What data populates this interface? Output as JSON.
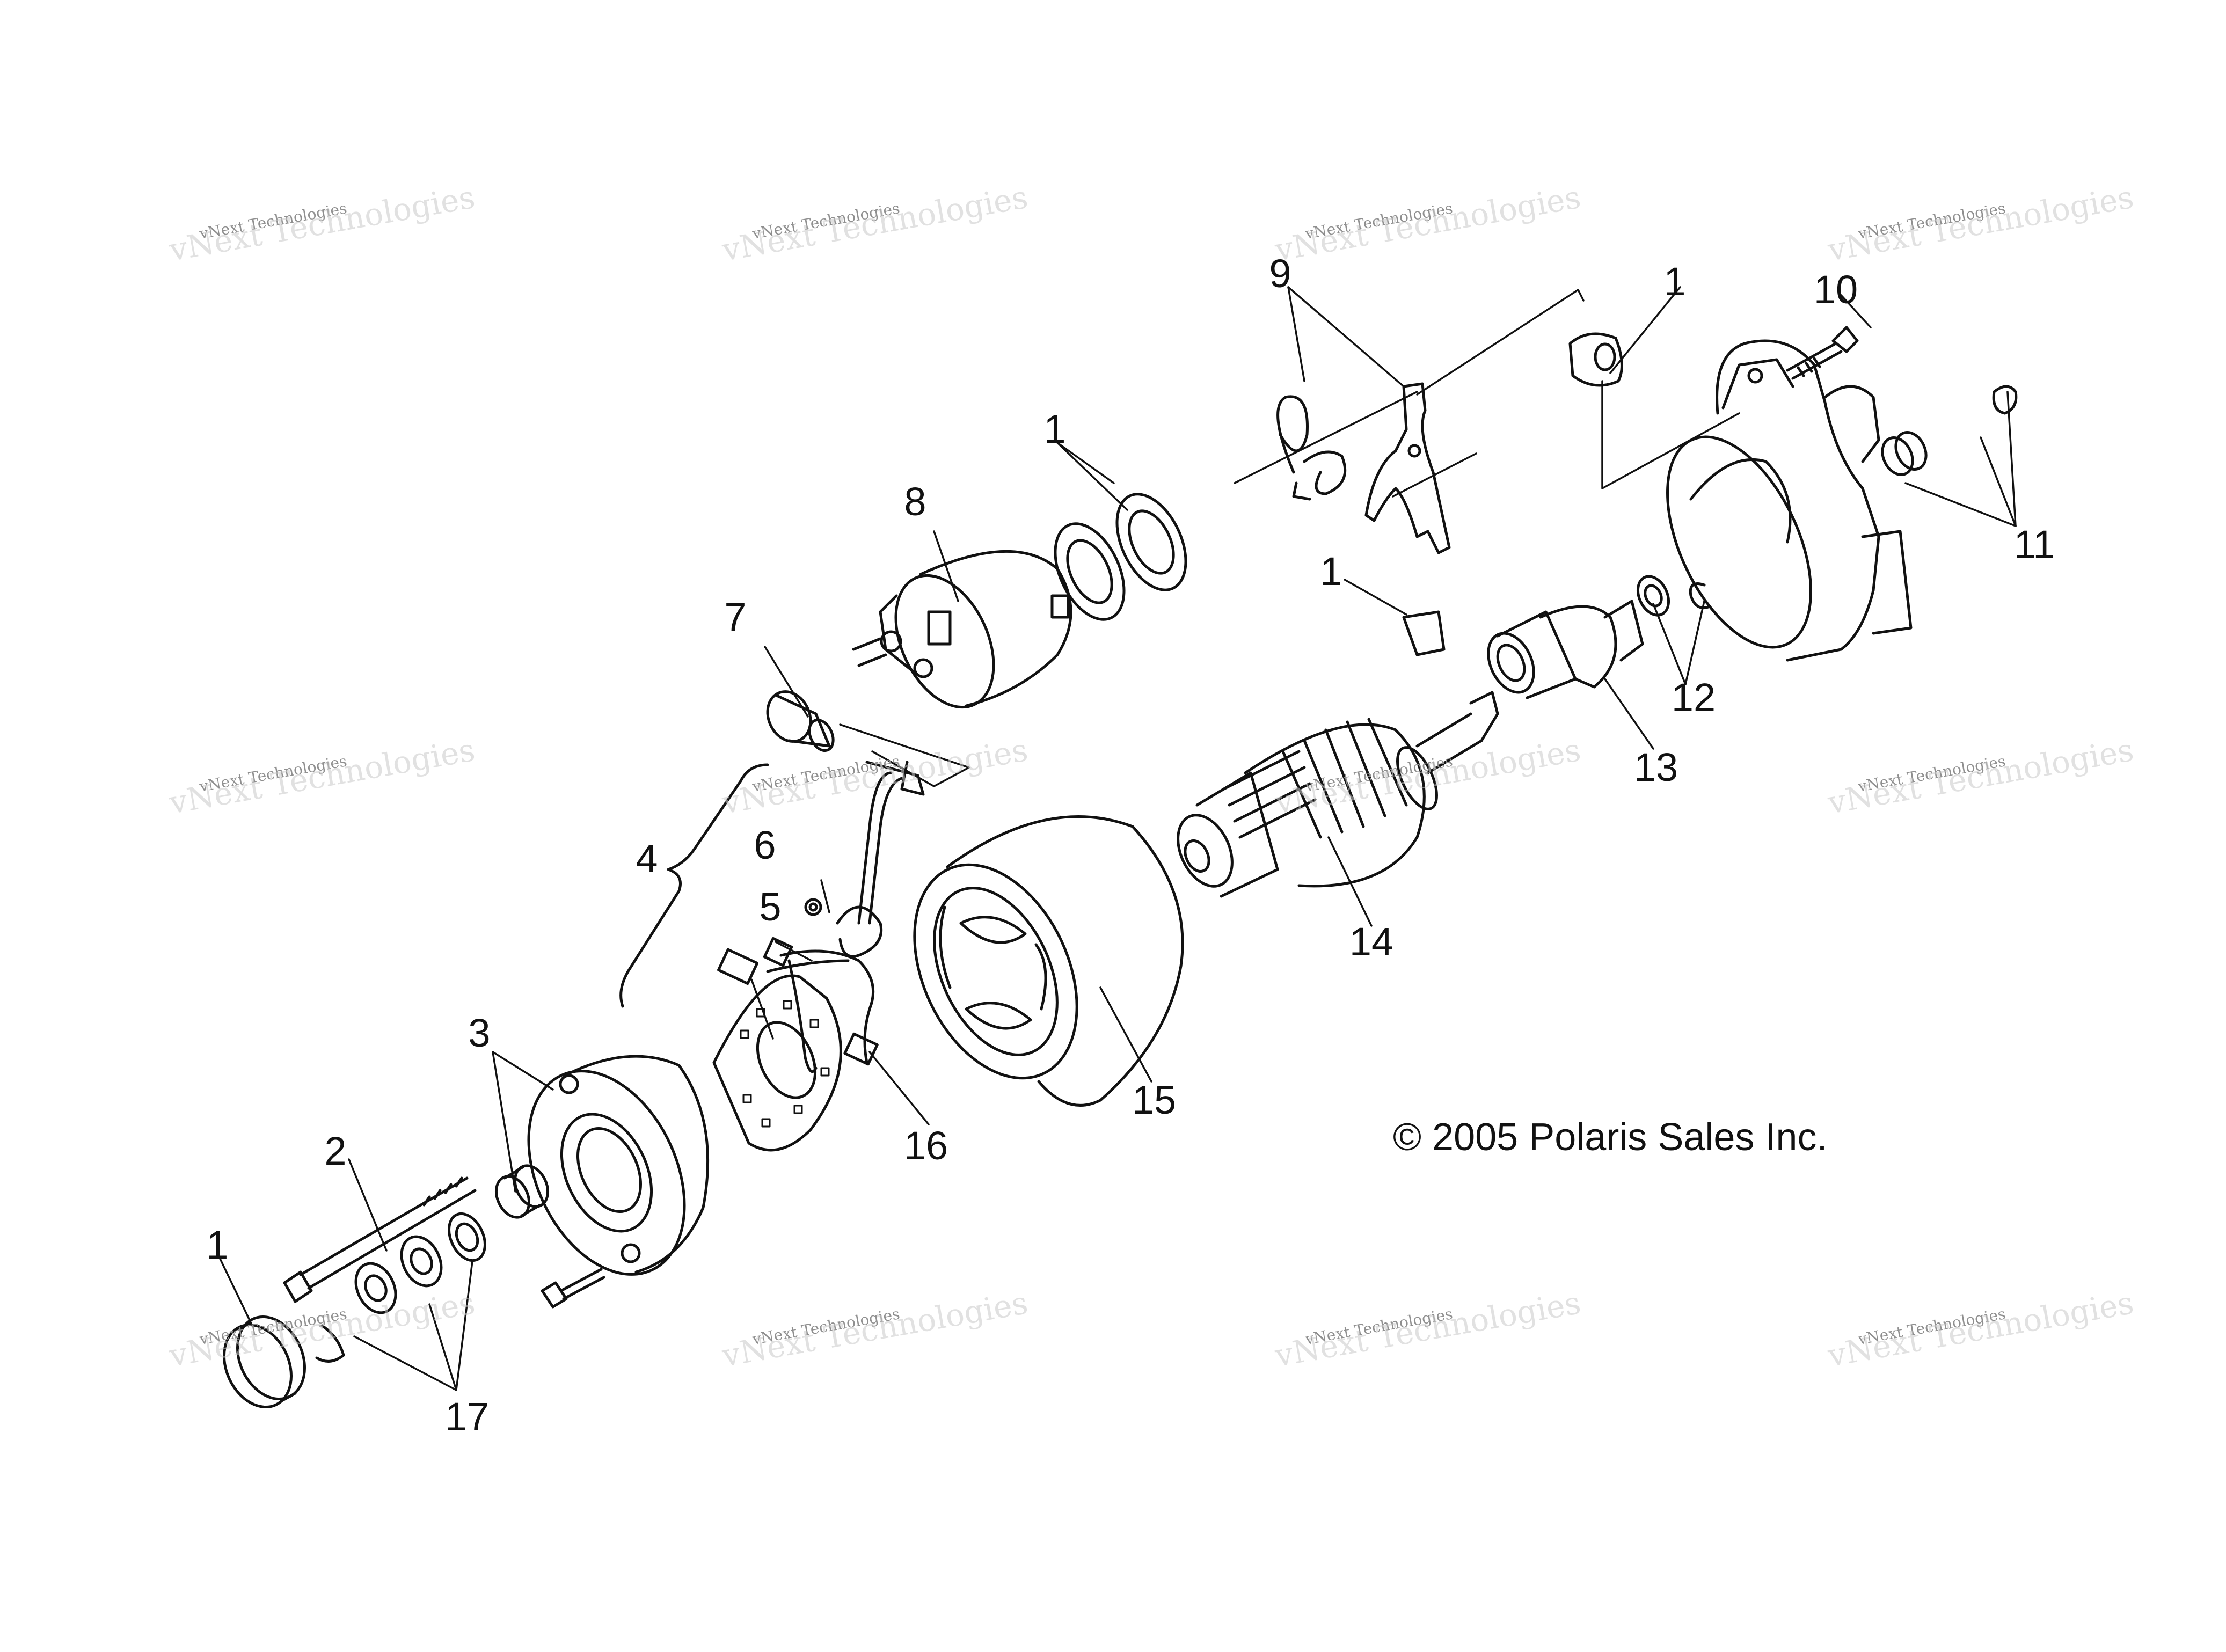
{
  "callouts": [
    {
      "id": "c1-cap",
      "text": "1"
    },
    {
      "id": "c2",
      "text": "2"
    },
    {
      "id": "c3",
      "text": "3"
    },
    {
      "id": "c4",
      "text": "4"
    },
    {
      "id": "c5",
      "text": "5"
    },
    {
      "id": "c6",
      "text": "6"
    },
    {
      "id": "c7",
      "text": "7"
    },
    {
      "id": "c8",
      "text": "8"
    },
    {
      "id": "c1-gasket",
      "text": "1"
    },
    {
      "id": "c9",
      "text": "9"
    },
    {
      "id": "c1-grommet",
      "text": "1"
    },
    {
      "id": "c10",
      "text": "10"
    },
    {
      "id": "c11",
      "text": "11"
    },
    {
      "id": "c1-plate",
      "text": "1"
    },
    {
      "id": "c12",
      "text": "12"
    },
    {
      "id": "c13",
      "text": "13"
    },
    {
      "id": "c14",
      "text": "14"
    },
    {
      "id": "c15",
      "text": "15"
    },
    {
      "id": "c16",
      "text": "16"
    },
    {
      "id": "c17",
      "text": "17"
    }
  ],
  "copyright": "© 2005 Polaris Sales Inc.",
  "watermark": {
    "line1": "vNext Technologies",
    "line2": "vNext Technologies"
  },
  "colors": {
    "line": "#111111",
    "background": "#ffffff",
    "watermark": "#c8c8c8"
  }
}
